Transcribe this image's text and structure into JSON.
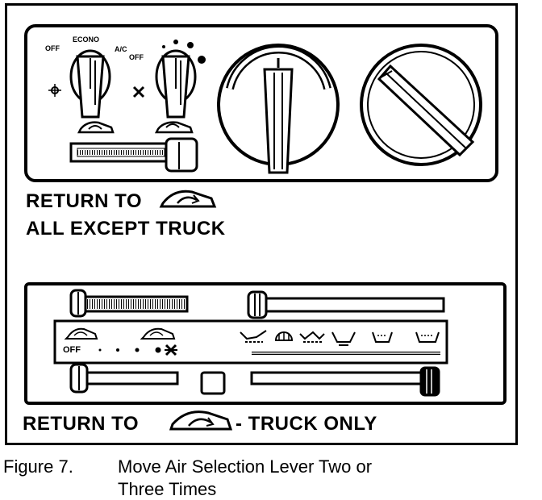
{
  "top_panel": {
    "mode_off": "OFF",
    "mode_econo": "ECONO",
    "mode_ac": "A/C",
    "fan_off": "OFF",
    "caption_line1": "RETURN TO",
    "caption_line2": "ALL EXCEPT TRUCK"
  },
  "bottom_panel": {
    "fan_off": "OFF",
    "caption_start": "RETURN  TO",
    "caption_end": "- TRUCK ONLY"
  },
  "figure": {
    "number": "Figure 7.",
    "text_line1": "Move Air Selection Lever Two or",
    "text_line2": "Three Times"
  },
  "colors": {
    "ink": "#000000",
    "paper": "#ffffff"
  }
}
